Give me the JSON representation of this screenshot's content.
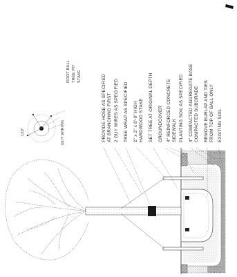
{
  "notes": [
    "PROVIDE HOSE AS SPECIFIED",
    "AT BRANCHING FIRST",
    "2 GUY WIRES AS SPECIFIED",
    "TREE WRAP AS SPECIFIED",
    "2\" x 2\" x 8'-0\" HIGH",
    "HARDWOOD STAKE",
    "SET TREE AT ORIGINAL DEPTH",
    "GROUNDCOVER",
    "4\" REINFORCED CONCRETE",
    "SIDEWALK",
    "PLANTING SOIL AS SPECIFIED",
    "4\" COMPACTED AGGREGATE BASE",
    "COMPACTED SUBGRADE",
    "REMOVE BURLAP AND TIES",
    "FROM TOP OF BALL ONLY",
    "EXISTING SOIL"
  ],
  "plan_labels": [
    "ROOT BALL",
    "TREE PIT",
    "STAKE"
  ],
  "plan_caption": "GUY WIRING",
  "compass": "120°",
  "colors": {
    "ink": "#2a2a2a",
    "soil": "#b9b9b9",
    "concrete": "#8a8a8a"
  }
}
